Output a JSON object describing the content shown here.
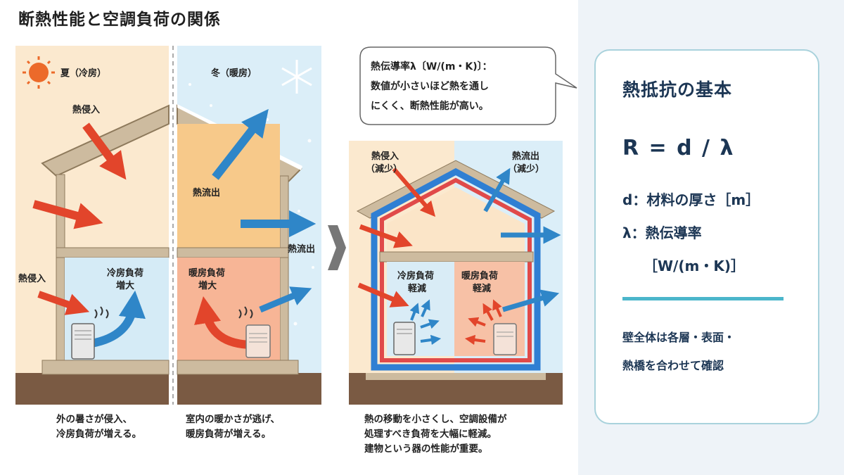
{
  "title": "断熱性能と空調負荷の関係",
  "summer": {
    "season": "夏（冷房）",
    "heat_in_top": "熱侵入",
    "heat_in_bottom": "熱侵入",
    "load_line1": "冷房負荷",
    "load_line2": "増大",
    "caption_line1": "外の暑さが侵入、",
    "caption_line2": "冷房負荷が増える。"
  },
  "winter": {
    "season": "冬（暖房）",
    "heat_out_top": "熱流出",
    "heat_out_side": "熱流出",
    "load_line1": "暖房負荷",
    "load_line2": "増大",
    "caption_line1": "室内の暖かさが逃げ、",
    "caption_line2": "暖房負荷が増える。"
  },
  "insulated": {
    "heat_in_line1": "熱侵入",
    "heat_in_line2": "（減少）",
    "heat_out_line1": "熱流出",
    "heat_out_line2": "（減少）",
    "cool_line1": "冷房負荷",
    "cool_line2": "軽減",
    "heat_line1": "暖房負荷",
    "heat_line2": "軽減",
    "caption_line1": "熱の移動を小さくし、空調設備が",
    "caption_line2": "処理すべき負荷を大幅に軽減。",
    "caption_line3": "建物という器の性能が重要。"
  },
  "bubble": {
    "line1": "熱伝導率λ〔W/(m・K)〕：",
    "line2": "数値が小さいほど熱を通し",
    "line3": "にくく、断熱性能が高い。"
  },
  "card": {
    "title": "熱抵抗の基本",
    "formula": "R = d / λ",
    "def_d": "d：材料の厚さ［m］",
    "def_lambda": "λ：熱伝導率",
    "def_lambda_unit": "［W/(m・K)］",
    "note_line1": "壁全体は各層・表面・",
    "note_line2": "熱橋を合わせて確認"
  },
  "colors": {
    "summer_bg": "#fbe9cf",
    "winter_bg": "#dbeef8",
    "hot_arrow": "#e2452b",
    "cold_arrow": "#2f86c8",
    "insulation_blue": "#2f7fd3",
    "insulation_red": "#e04a4a",
    "ground": "#7a5a43",
    "wall": "#cdbb9f",
    "card_border": "#a9d2dc",
    "accent": "#4bb6cb",
    "text_navy": "#1c3654"
  },
  "icons": [
    "sun-icon",
    "snowflake-icon",
    "aircon-unit-icon",
    "heater-icon",
    "chevron-right-icon"
  ]
}
